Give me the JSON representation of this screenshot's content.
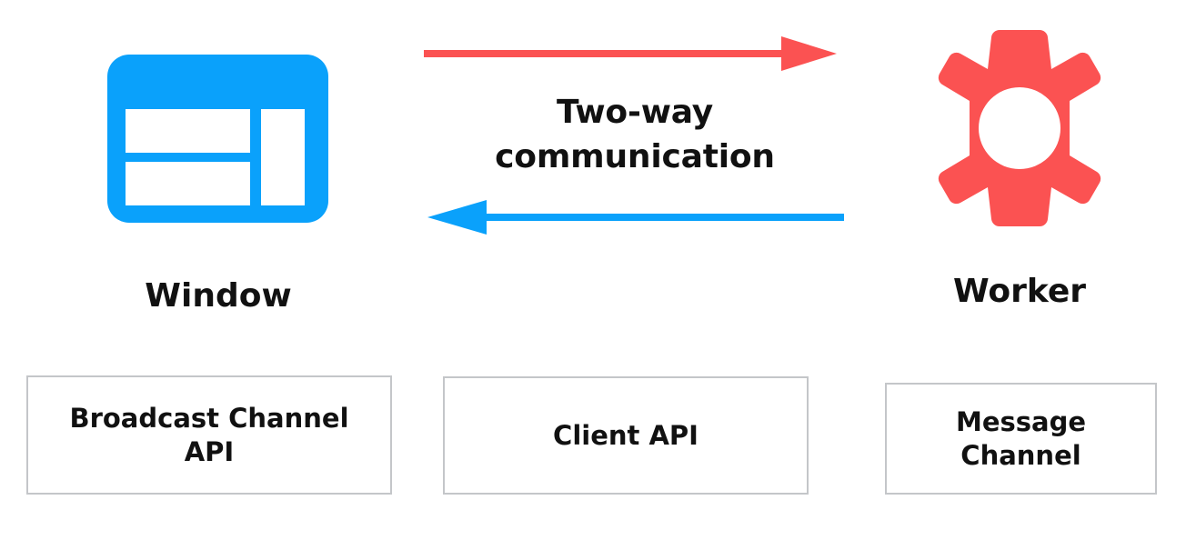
{
  "diagram": {
    "title": "Two-way communication between Window and Worker",
    "colors": {
      "window_blue": "#0AA1FB",
      "worker_red": "#FB5252",
      "arrow_red": "#FB5252",
      "arrow_blue": "#0AA1FB",
      "box_border": "#c4c6c9",
      "text": "#111111",
      "background": "#ffffff"
    },
    "nodes": [
      {
        "id": "window",
        "label": "Window",
        "icon": "browser-window-icon",
        "icon_color": "#0AA1FB"
      },
      {
        "id": "worker",
        "label": "Worker",
        "icon": "gear-icon",
        "icon_color": "#FB5252"
      }
    ],
    "connection": {
      "caption_line1": "Two-way",
      "caption_line2": "communication",
      "caption": "Two-way communication",
      "arrows": [
        {
          "id": "window-to-worker",
          "direction": "right",
          "color": "#FB5252",
          "from": "window",
          "to": "worker"
        },
        {
          "id": "worker-to-window",
          "direction": "left",
          "color": "#0AA1FB",
          "from": "worker",
          "to": "window"
        }
      ]
    },
    "api_boxes": [
      {
        "id": "broadcast-channel-api",
        "label": "Broadcast Channel\nAPI"
      },
      {
        "id": "client-api",
        "label": "Client API"
      },
      {
        "id": "message-channel",
        "label": "Message\nChannel"
      }
    ]
  }
}
